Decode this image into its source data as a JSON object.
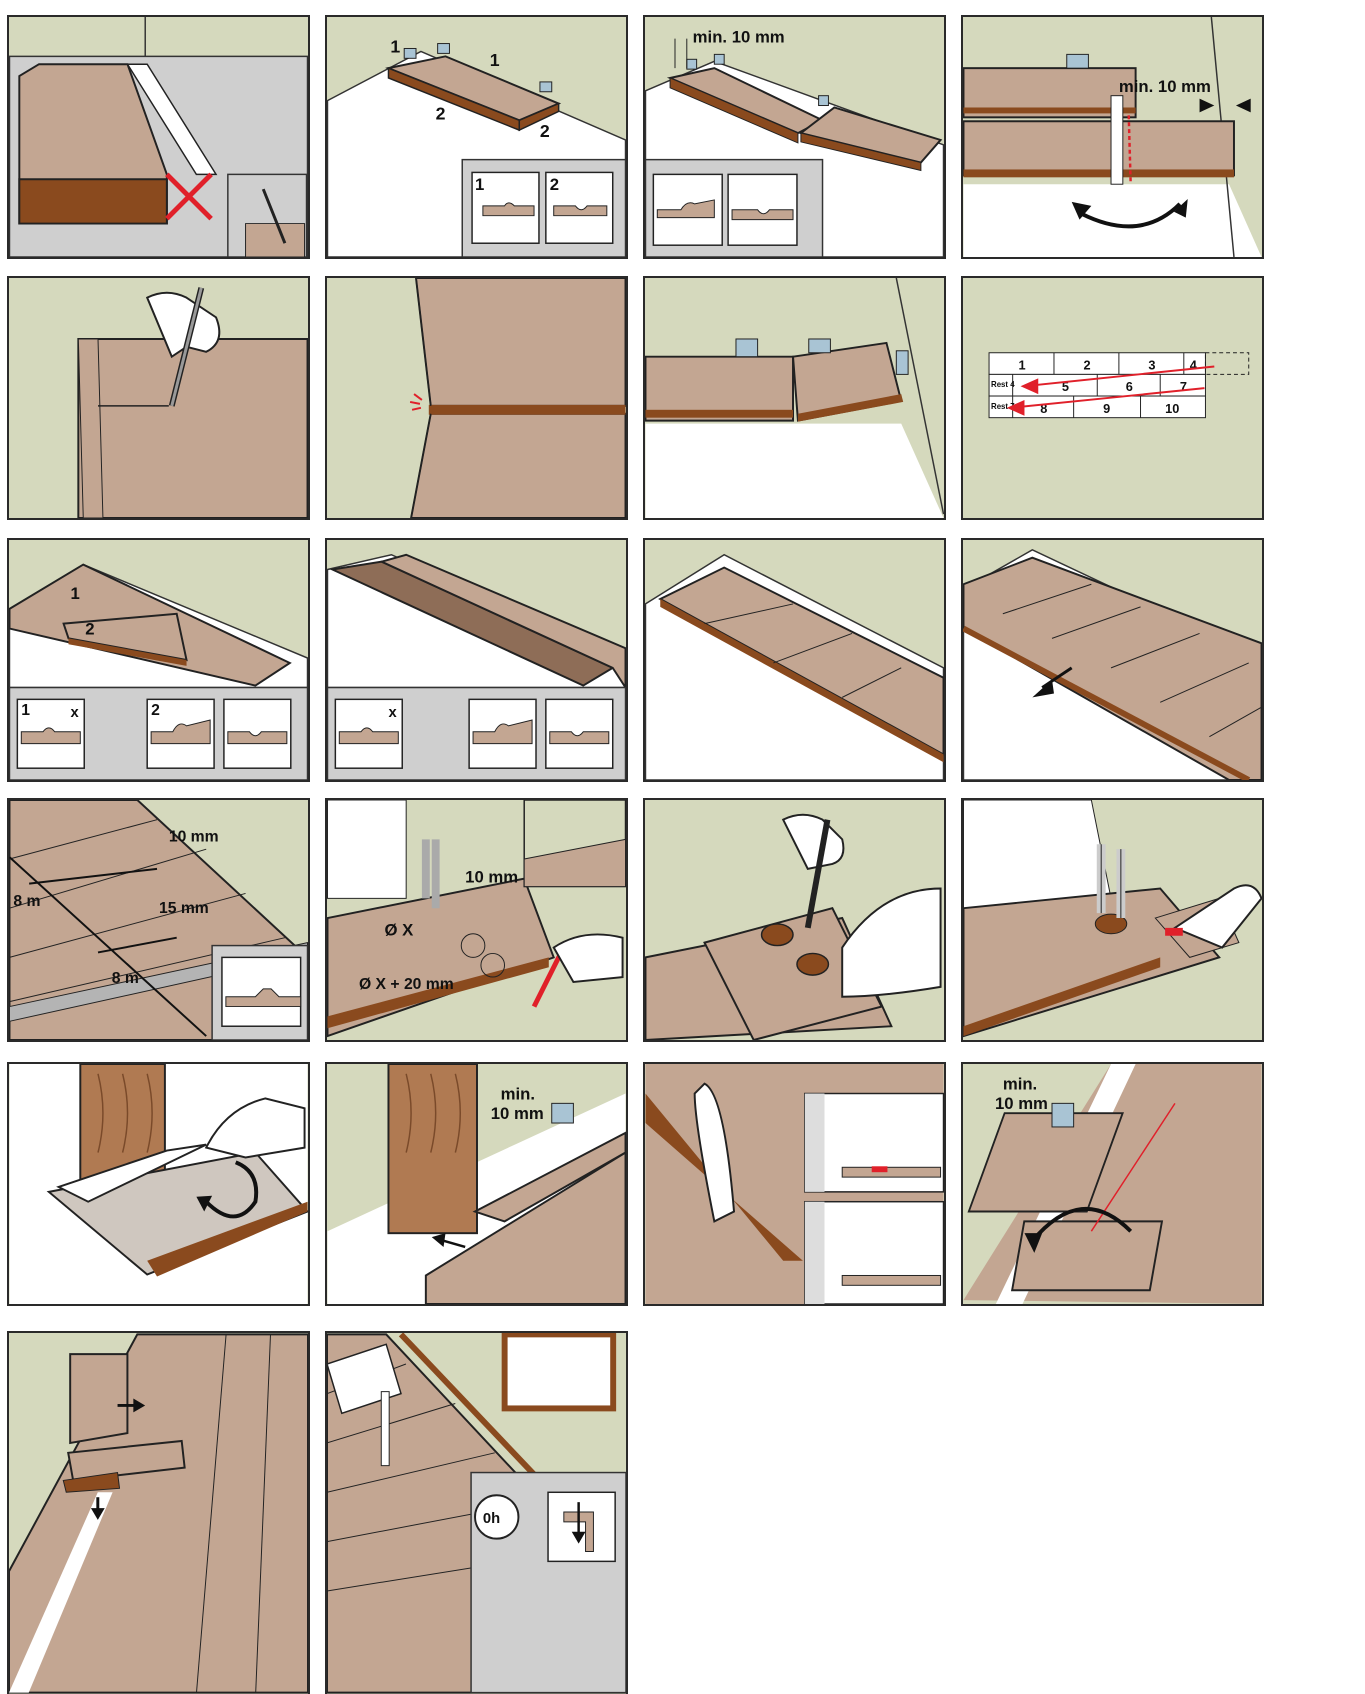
{
  "labels": {
    "p2": {
      "one_a": "1",
      "one_b": "1",
      "two_a": "2",
      "two_b": "2",
      "inset_one": "1",
      "inset_two": "2"
    },
    "p3": {
      "gap": "min. 10 mm"
    },
    "p4": {
      "gap": "min. 10 mm"
    },
    "p8": {
      "row1": [
        "1",
        "2",
        "3",
        "4"
      ],
      "row2": [
        "Rest 4",
        "5",
        "6",
        "7"
      ],
      "row3": [
        "Rest 7",
        "8",
        "9",
        "10"
      ]
    },
    "p9": {
      "one": "1",
      "two": "2",
      "inset_one": "1",
      "inset_two": "2",
      "x": "x"
    },
    "p10": {
      "x": "x"
    },
    "p13": {
      "gap": "10 mm",
      "len_a": "8 m",
      "len_b": "8 m",
      "profile": "15 mm"
    },
    "p14": {
      "gap": "10 mm",
      "hole": "Ø X",
      "hole_big": "Ø X + 20 mm"
    },
    "p18": {
      "gap_top": "min.",
      "gap_bottom": "10 mm"
    },
    "p20": {
      "gap_top": "min.",
      "gap_bottom": "10 mm"
    },
    "p22": {
      "time": "0h"
    }
  },
  "colors": {
    "wall": "#d5d9bd",
    "board": "#c3a692",
    "board_edge": "#8a4a1e",
    "panel_grey": "#d3d3d3",
    "floor": "#ffffff",
    "red": "#e0202a"
  }
}
